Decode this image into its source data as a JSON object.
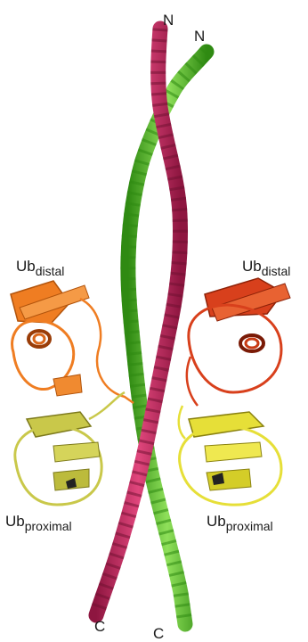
{
  "labels": {
    "n_terminus_left": "N",
    "n_terminus_right": "N",
    "c_terminus_left": "C",
    "c_terminus_right": "C",
    "ub_distal_left": {
      "base": "Ub",
      "sub": "distal"
    },
    "ub_distal_right": {
      "base": "Ub",
      "sub": "distal"
    },
    "ub_proximal_left": {
      "base": "Ub",
      "sub": "proximal"
    },
    "ub_proximal_right": {
      "base": "Ub",
      "sub": "proximal"
    }
  },
  "colors": {
    "helix_magenta": "#c8245c",
    "helix_magenta_dark": "#8e1640",
    "helix_green": "#5cc22a",
    "helix_green_dark": "#2f8a12",
    "ub_distal_left": "#ef7d22",
    "ub_distal_right": "#d8401c",
    "ub_proximal": "#c9c84a",
    "ub_proximal_right": "#e6df38"
  }
}
